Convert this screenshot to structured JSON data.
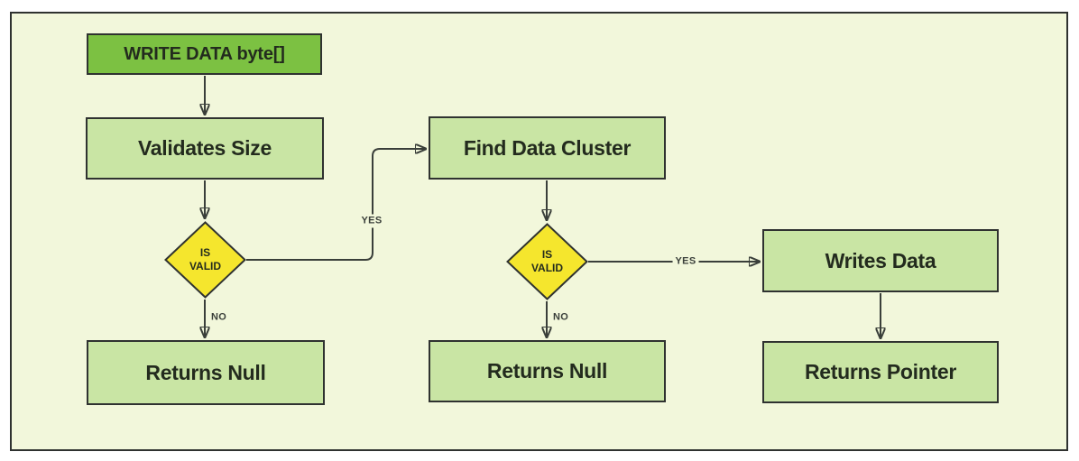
{
  "diagram": {
    "type": "flowchart",
    "colors": {
      "canvas_bg": "#F2F7DB",
      "frame_border": "#2F3230",
      "start_fill": "#7CC142",
      "process_fill": "#C9E5A4",
      "decision_fill": "#F5E62D",
      "line": "#3A3F3A",
      "text": "#232B1E"
    },
    "nodes": {
      "start": {
        "label": "WRITE DATA byte[]",
        "shape": "rectangle"
      },
      "validates_size": {
        "label": "Validates Size",
        "shape": "rectangle"
      },
      "find_data_cluster": {
        "label": "Find Data Cluster",
        "shape": "rectangle"
      },
      "writes_data": {
        "label": "Writes Data",
        "shape": "rectangle"
      },
      "decision_1": {
        "label": "IS VALID",
        "shape": "diamond"
      },
      "decision_2": {
        "label": "IS VALID",
        "shape": "diamond"
      },
      "returns_null_left": {
        "label": "Returns Null",
        "shape": "rectangle"
      },
      "returns_null_mid": {
        "label": "Returns Null",
        "shape": "rectangle"
      },
      "returns_pointer": {
        "label": "Returns Pointer",
        "shape": "rectangle"
      }
    },
    "edge_labels": {
      "yes_1": "YES",
      "no_1": "NO",
      "yes_2": "YES",
      "no_2": "NO"
    }
  }
}
